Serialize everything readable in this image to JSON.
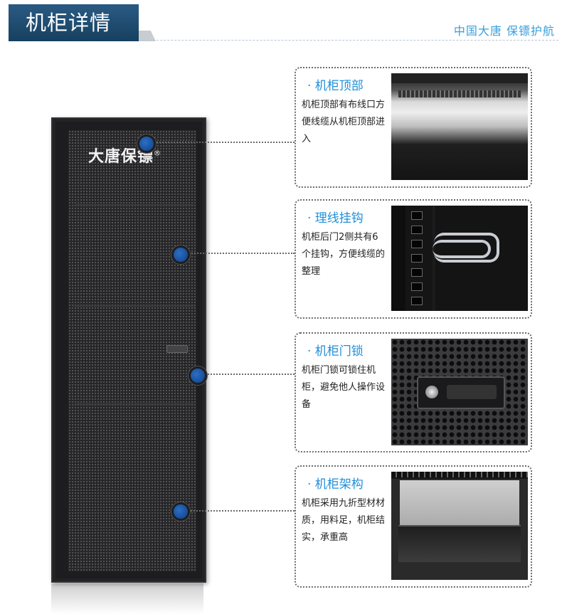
{
  "header": {
    "title": "机柜详情",
    "brand_tagline": "中国大唐 保镖护航"
  },
  "cabinet": {
    "logo_text": "大唐保镖",
    "logo_mark": "®"
  },
  "features": [
    {
      "title": "· 机柜顶部",
      "description": "机柜顶部有布线口方便线缆从机柜顶部进入"
    },
    {
      "title": "· 理线挂钩",
      "description": "机柜后门2侧共有6个挂钩，方便线缆的整理"
    },
    {
      "title": "· 机柜门锁",
      "description": "机柜门锁可锁住机柜，避免他人操作设备"
    },
    {
      "title": "· 机柜架构",
      "description": "机柜采用九折型材材质，用料足，机柜结实，承重高"
    }
  ],
  "colors": {
    "header_bg": "#1f4a6e",
    "accent_blue": "#1f8fd8",
    "marker_blue": "#1a56a8"
  }
}
